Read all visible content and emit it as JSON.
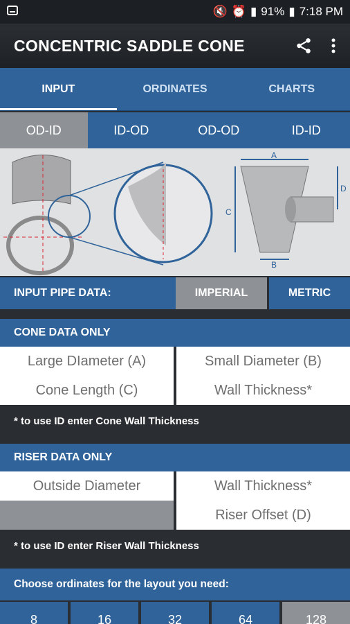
{
  "status_bar": {
    "battery": "91%",
    "time": "7:18 PM",
    "icons": [
      "gallery-icon",
      "mute-icon",
      "alarm-icon",
      "volte-icon",
      "signal-icon",
      "battery-icon"
    ]
  },
  "app_bar": {
    "title": "CONCENTRIC SADDLE CONE",
    "actions": [
      "share-icon",
      "more-vert-icon"
    ]
  },
  "tabs": [
    {
      "label": "INPUT",
      "active": true
    },
    {
      "label": "ORDINATES",
      "active": false
    },
    {
      "label": "CHARTS",
      "active": false
    }
  ],
  "subtabs": [
    {
      "label": "OD-ID",
      "active": true
    },
    {
      "label": "ID-OD",
      "active": false
    },
    {
      "label": "OD-OD",
      "active": false
    },
    {
      "label": "ID-ID",
      "active": false
    }
  ],
  "diagram": {
    "labels": {
      "a": "A",
      "b": "B",
      "c": "C",
      "d": "D"
    }
  },
  "input_pipe": {
    "label": "INPUT PIPE DATA:",
    "imperial": "IMPERIAL",
    "metric": "METRIC",
    "selected": "IMPERIAL"
  },
  "cone": {
    "header": "CONE DATA ONLY",
    "large_diameter": "Large DIameter (A)",
    "small_diameter": "Small Diameter (B)",
    "cone_length": "Cone Length (C)",
    "wall_thickness": "Wall Thickness*",
    "note": "* to use ID enter Cone Wall Thickness"
  },
  "riser": {
    "header": "RISER DATA ONLY",
    "outside_diameter": "Outside Diameter",
    "wall_thickness": "Wall Thickness*",
    "riser_offset": "Riser Offset (D)",
    "note": "* to use ID enter Riser Wall Thickness"
  },
  "ordinates": {
    "prompt": "Choose ordinates for the layout you need:",
    "options": [
      "8",
      "16",
      "32",
      "64",
      "128"
    ],
    "selected": "128"
  },
  "colors": {
    "primary_blue": "#2f6399",
    "selected_gray": "#8e9296",
    "dimension_red": "#d9232e"
  }
}
